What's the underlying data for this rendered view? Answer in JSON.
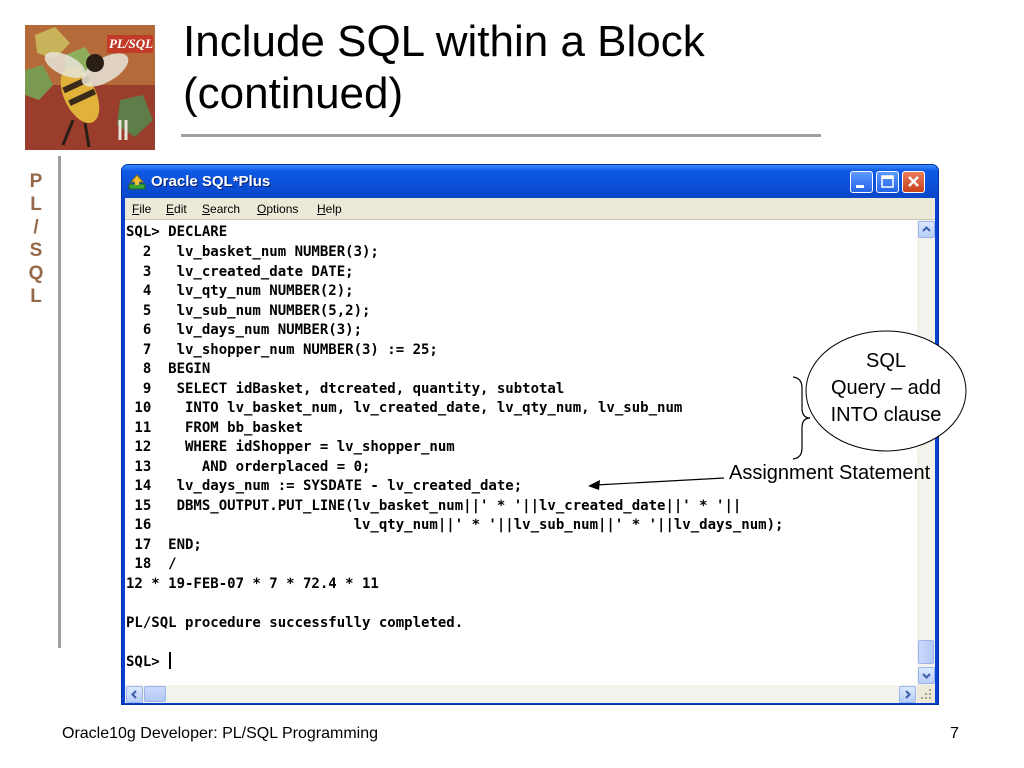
{
  "slide": {
    "title_line1": "Include SQL within a Block",
    "title_line2": "(continued)",
    "side_label": [
      "P",
      "L",
      "/",
      "S",
      "Q",
      "L"
    ],
    "footer_left": "Oracle10g Developer: PL/SQL Programming",
    "page_number": "7"
  },
  "logo": {
    "badge_text": "PL/SQL",
    "icon": "bee-icon"
  },
  "window": {
    "title": "Oracle SQL*Plus",
    "icon": "sqlplus-icon",
    "controls": [
      "minimize",
      "maximize",
      "close"
    ]
  },
  "menu": {
    "items": [
      {
        "first": "F",
        "rest": "ile"
      },
      {
        "first": "E",
        "rest": "dit"
      },
      {
        "first": "S",
        "rest": "earch"
      },
      {
        "first": "O",
        "rest": "ptions"
      },
      {
        "first": "H",
        "rest": "elp"
      }
    ]
  },
  "console": {
    "lines": [
      "SQL> DECLARE",
      "  2   lv_basket_num NUMBER(3);",
      "  3   lv_created_date DATE;",
      "  4   lv_qty_num NUMBER(2);",
      "  5   lv_sub_num NUMBER(5,2);",
      "  6   lv_days_num NUMBER(3);",
      "  7   lv_shopper_num NUMBER(3) := 25;",
      "  8  BEGIN",
      "  9   SELECT idBasket, dtcreated, quantity, subtotal",
      " 10    INTO lv_basket_num, lv_created_date, lv_qty_num, lv_sub_num",
      " 11    FROM bb_basket",
      " 12    WHERE idShopper = lv_shopper_num",
      " 13      AND orderplaced = 0;",
      " 14   lv_days_num := SYSDATE - lv_created_date;",
      " 15   DBMS_OUTPUT.PUT_LINE(lv_basket_num||' * '||lv_created_date||' * '||",
      " 16                        lv_qty_num||' * '||lv_sub_num||' * '||lv_days_num);",
      " 17  END;",
      " 18  /",
      "12 * 19-FEB-07 * 7 * 72.4 * 11",
      "",
      "PL/SQL procedure successfully completed.",
      "",
      "SQL> "
    ]
  },
  "annotations": {
    "bubble_line1": "SQL",
    "bubble_line2": "Query – add",
    "bubble_line3": "INTO clause",
    "assignment_label": "Assignment Statement"
  },
  "colors": {
    "side_label": "#96684a",
    "titlebar": "#0c4fd8",
    "rule": "#a0a0a0"
  }
}
